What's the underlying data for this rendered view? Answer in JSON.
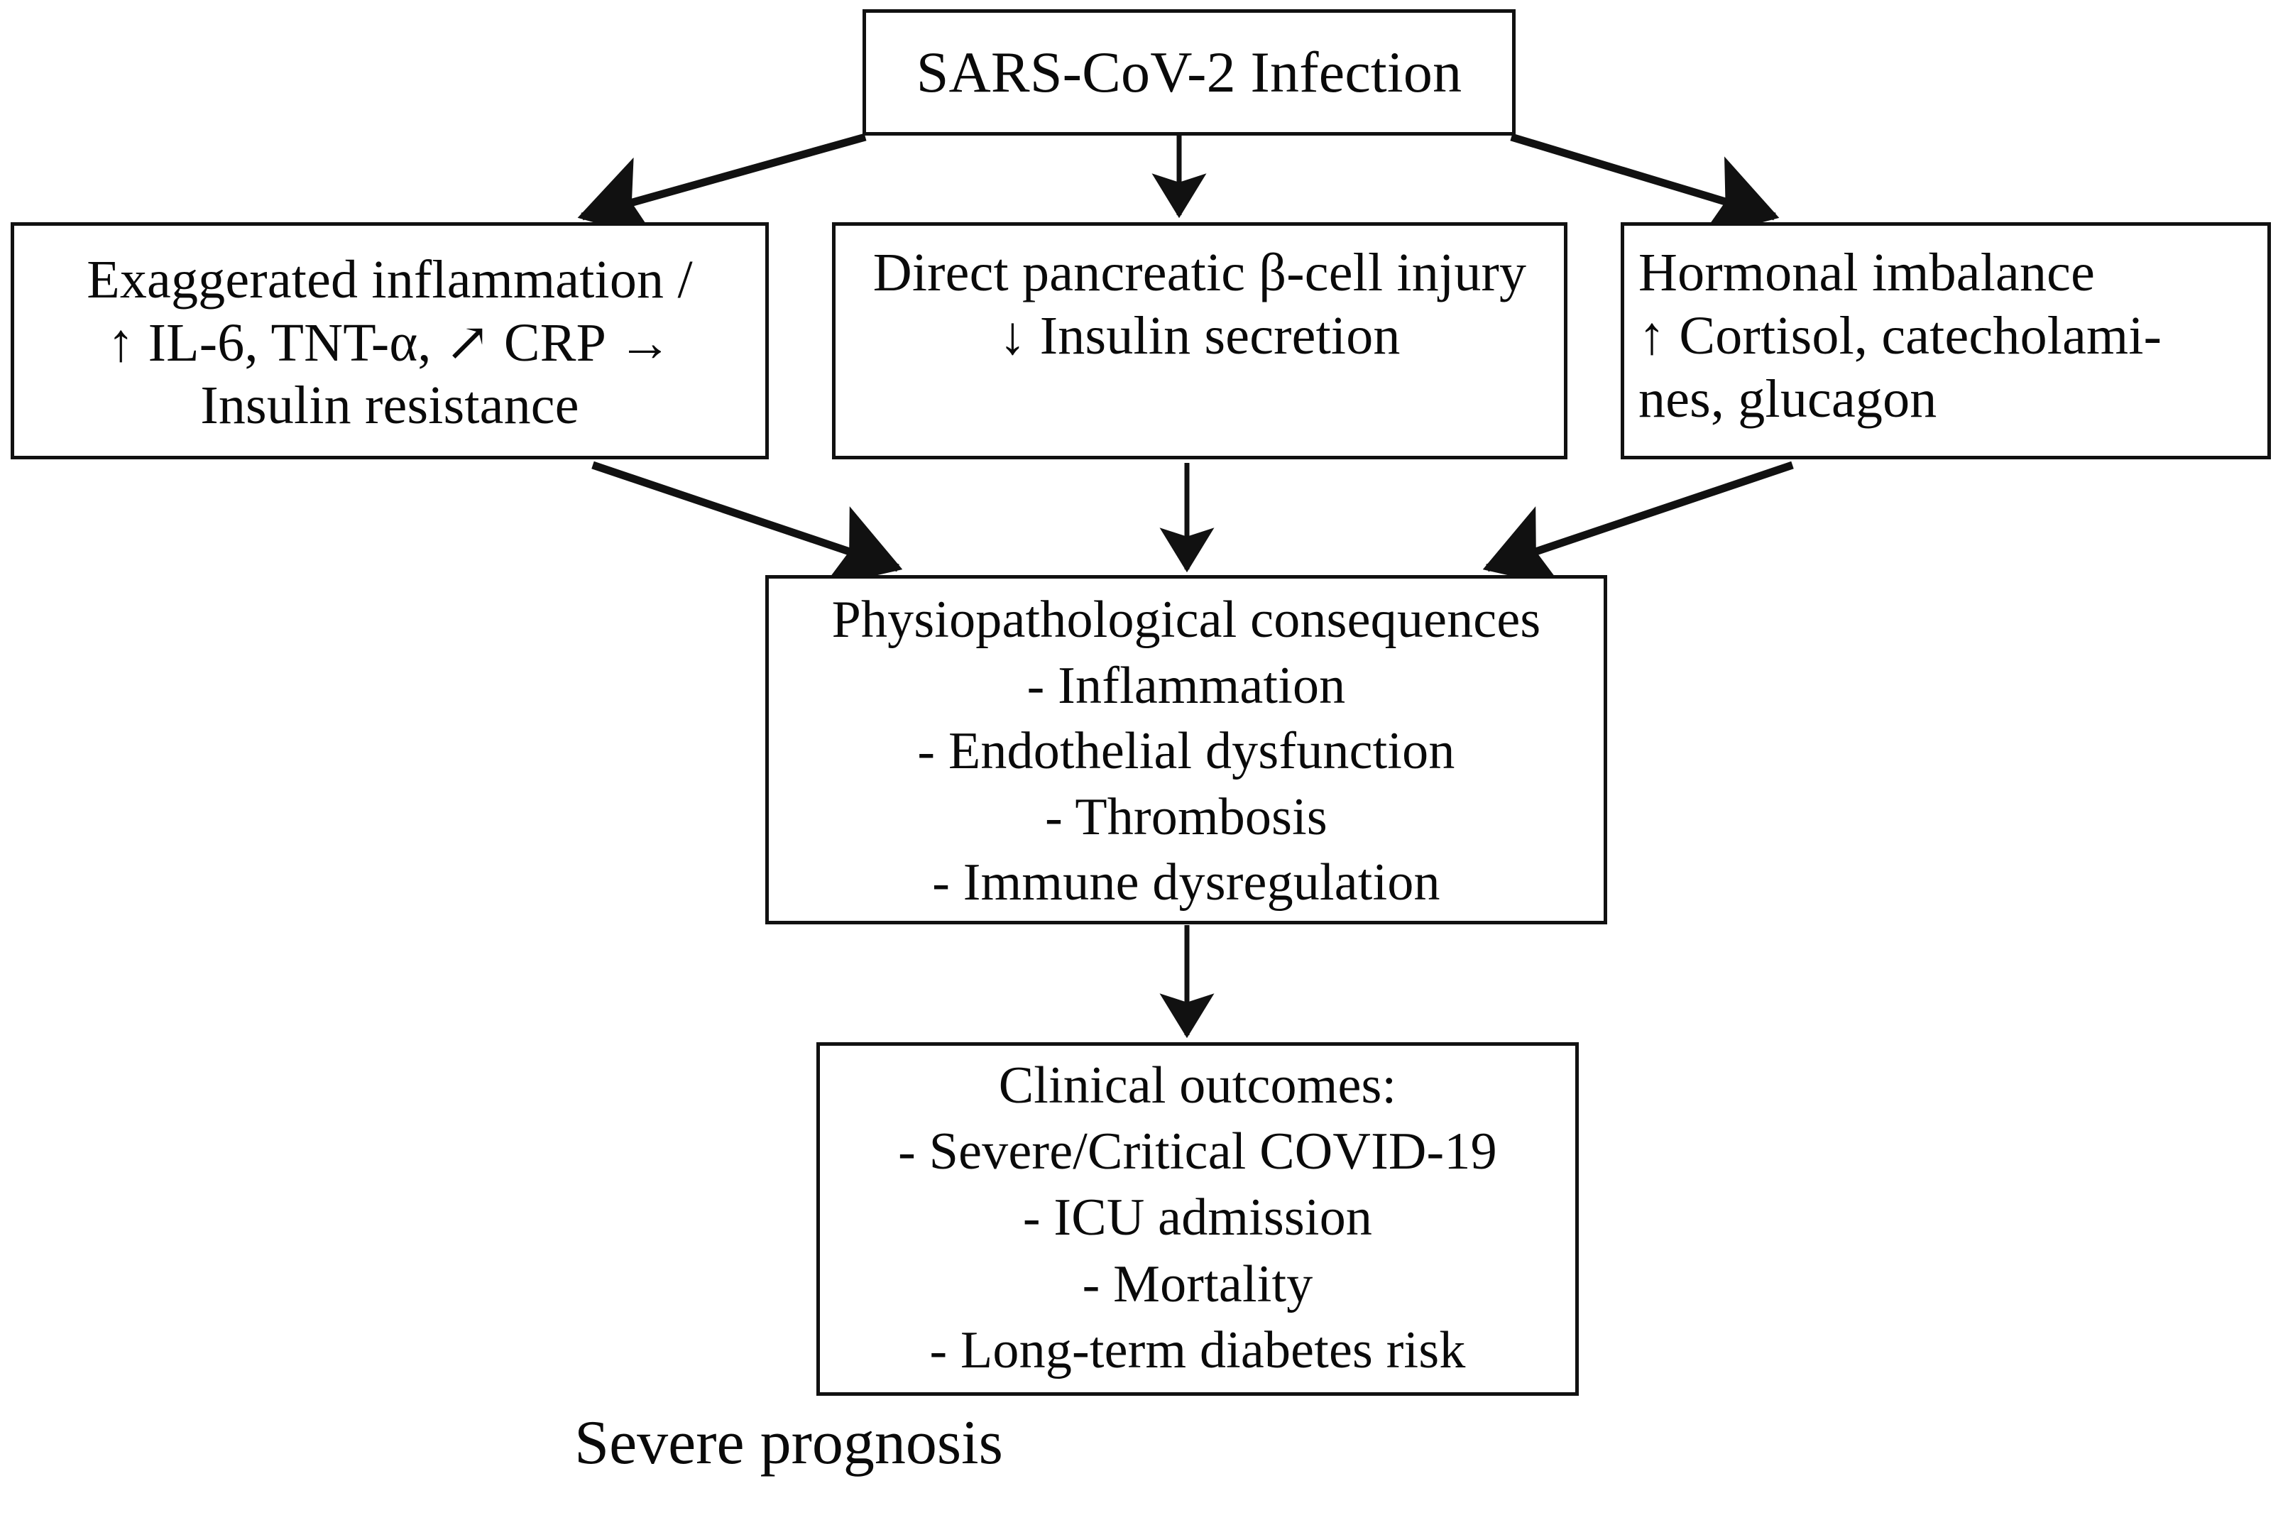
{
  "diagram": {
    "title_flow": "SARS-CoV-2 Infection pathophysiology flowchart",
    "colors": {
      "stroke": "#111111",
      "background": "#ffffff",
      "text": "#0a0a0a"
    },
    "nodes": {
      "infection": {
        "id": "sars-cov-2-infection",
        "lines": [
          "SARS-CoV-2 Infection"
        ]
      },
      "inflammation": {
        "id": "exaggerated-inflammation",
        "lines": [
          "Exaggerated inflammation /",
          "↑ IL-6, TNT-α, ↗ CRP →",
          "Insulin resistance"
        ]
      },
      "beta_cell": {
        "id": "direct-pancreatic-beta-cell-injury",
        "lines": [
          "Direct pancreatic β-cell injury",
          "↓ Insulin secretion"
        ]
      },
      "hormonal": {
        "id": "hormonal-imbalance",
        "lines": [
          "Hormonal imbalance",
          "↑ Cortisol, catecholami-",
          "nes, glucagon"
        ]
      },
      "consequences": {
        "id": "physiopathological-consequences",
        "lines": [
          "Physiopathological consequences",
          "- Inflammation",
          "- Endothelial dysfunction",
          "- Thrombosis",
          "- Immune dysregulation"
        ]
      },
      "outcomes": {
        "id": "clinical-outcomes",
        "lines": [
          "Clinical outcomes:",
          "- Severe/Critical COVID-19",
          "- ICU admission",
          "- Mortality",
          "- Long-term diabetes risk"
        ]
      }
    },
    "caption": "Severe prognosis",
    "edges": [
      {
        "from": "infection",
        "to": "inflammation",
        "style": "solid-arrow"
      },
      {
        "from": "infection",
        "to": "beta_cell",
        "style": "solid-arrow"
      },
      {
        "from": "infection",
        "to": "hormonal",
        "style": "solid-arrow"
      },
      {
        "from": "inflammation",
        "to": "consequences",
        "style": "solid-arrow"
      },
      {
        "from": "beta_cell",
        "to": "consequences",
        "style": "solid-arrow"
      },
      {
        "from": "hormonal",
        "to": "consequences",
        "style": "solid-arrow"
      },
      {
        "from": "consequences",
        "to": "outcomes",
        "style": "solid-arrow"
      }
    ]
  }
}
